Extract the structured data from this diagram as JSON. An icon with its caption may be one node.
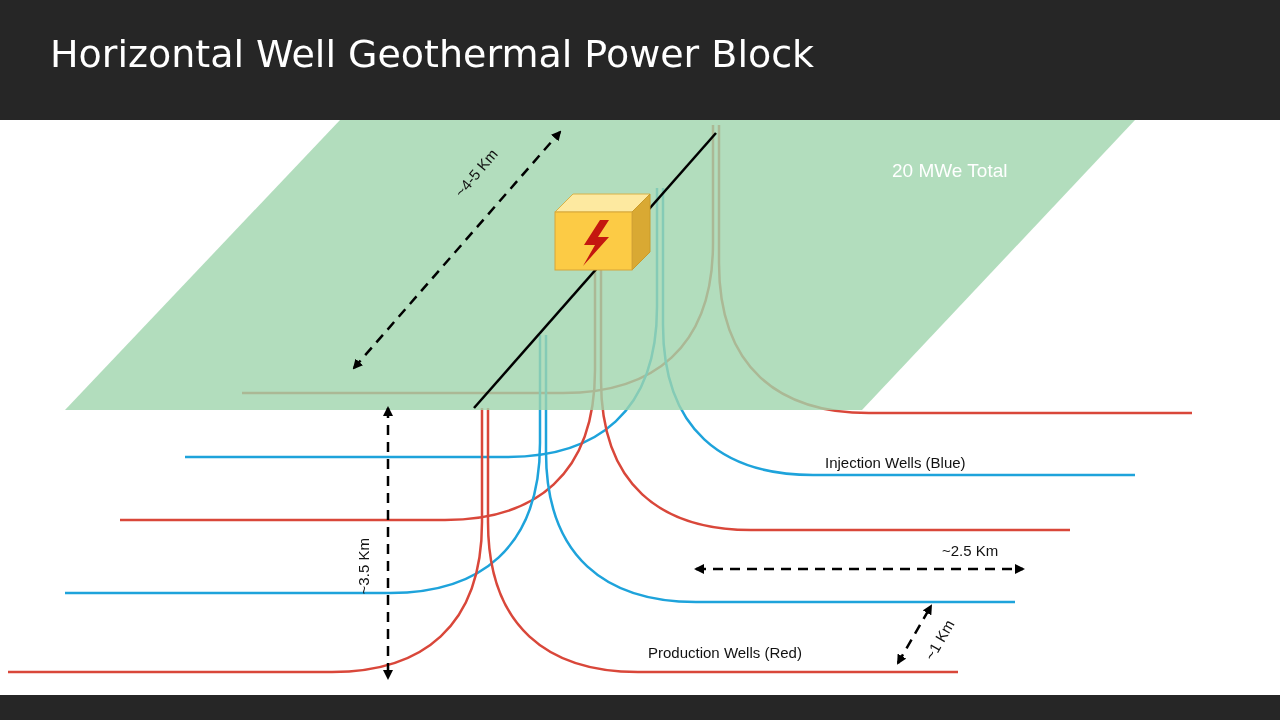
{
  "diagram": {
    "title": "Horizontal Well Geothermal Power Block",
    "labels": [
      "~4-5 Km",
      "20 MWe Total",
      "Injection Wells (Blue)",
      "~2.5 Km",
      "~3.5 Km",
      "Production Wells (Red)",
      "~1 Km"
    ]
  }
}
